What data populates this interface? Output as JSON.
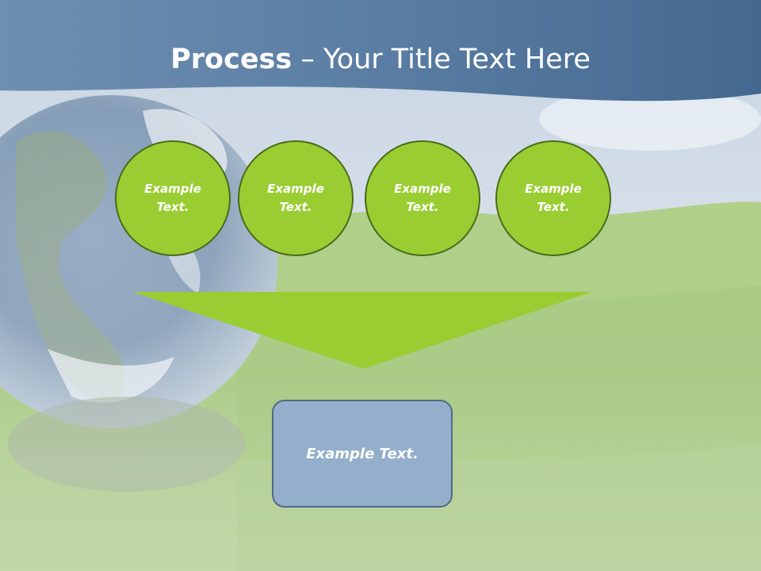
{
  "slide": {
    "title_bold": "Process",
    "title_rest": " – Your Title Text Here"
  },
  "process": {
    "steps": [
      {
        "label": "Example\nText."
      },
      {
        "label": "Example\nText."
      },
      {
        "label": "Example\nText."
      },
      {
        "label": "Example\nText."
      }
    ],
    "result_label": "Example Text."
  },
  "colors": {
    "header": "#4f7197",
    "step_fill": "#9acd32",
    "step_border": "#4a6b1c",
    "funnel_fill": "#9acd32",
    "result_fill": "#93afcb",
    "result_border": "#526a86"
  }
}
